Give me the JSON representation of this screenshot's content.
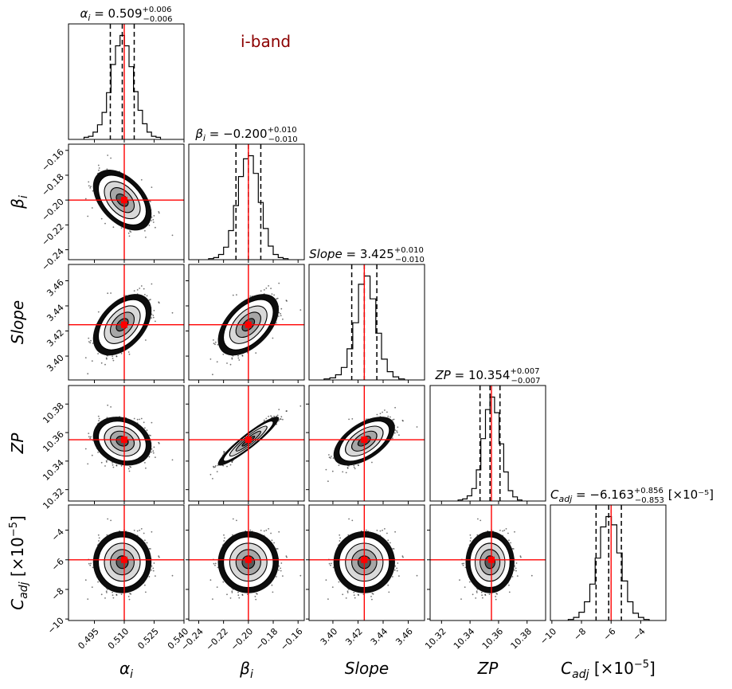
{
  "band_label": "i-band",
  "colors": {
    "truth": "#ff0000",
    "band_label": "#8b0000",
    "histogram": "#000000",
    "quantile": "#000000"
  },
  "chart_data": {
    "type": "corner",
    "parameters": [
      {
        "key": "alpha",
        "axis_label": "α_i",
        "title": "α_i = 0.509 +0.006 −0.006",
        "title_sym": "α",
        "title_sub": "i",
        "title_val": "= 0.509",
        "title_plus": "+0.006",
        "title_minus": "−0.006",
        "title_unit": "",
        "median": 0.509,
        "err_plus": 0.006,
        "err_minus": 0.006,
        "truth": 0.51,
        "range": [
          0.482,
          0.54
        ],
        "ticks": [
          0.495,
          0.51,
          0.525,
          0.54
        ],
        "tick_labels": [
          "0.495",
          "0.510",
          "0.525",
          "0.540"
        ],
        "hist_counts": [
          0.02,
          0.03,
          0.07,
          0.14,
          0.26,
          0.45,
          0.72,
          0.9,
          1.0,
          0.9,
          0.7,
          0.46,
          0.28,
          0.15,
          0.07,
          0.03,
          0.02
        ]
      },
      {
        "key": "beta",
        "axis_label": "β_i",
        "title": "β_i = −0.200 +0.010 −0.010",
        "title_sym": "β",
        "title_sub": "i",
        "title_val": "= −0.200",
        "title_plus": "+0.010",
        "title_minus": "−0.010",
        "title_unit": "",
        "median": -0.2,
        "err_plus": 0.01,
        "err_minus": 0.01,
        "truth": -0.2,
        "range": [
          -0.248,
          -0.155
        ],
        "ticks": [
          -0.24,
          -0.22,
          -0.2,
          -0.18,
          -0.16
        ],
        "tick_labels": [
          "−0.24",
          "−0.22",
          "−0.20",
          "−0.18",
          "−0.16"
        ],
        "hist_counts": [
          0.01,
          0.02,
          0.05,
          0.12,
          0.28,
          0.52,
          0.8,
          0.97,
          1.0,
          0.83,
          0.55,
          0.3,
          0.13,
          0.05,
          0.02,
          0.01
        ]
      },
      {
        "key": "slope",
        "axis_label": "Slope",
        "title": "Slope = 3.425 +0.010 −0.010",
        "title_sym": "Slope",
        "title_sub": "",
        "title_val": "= 3.425",
        "title_plus": "+0.010",
        "title_minus": "−0.010",
        "title_unit": "",
        "median": 3.425,
        "err_plus": 0.01,
        "err_minus": 0.01,
        "truth": 3.425,
        "range": [
          3.381,
          3.473
        ],
        "ticks": [
          3.4,
          3.42,
          3.44,
          3.46
        ],
        "tick_labels": [
          "3.40",
          "3.42",
          "3.44",
          "3.46"
        ],
        "hist_counts": [
          0.01,
          0.02,
          0.05,
          0.12,
          0.3,
          0.55,
          0.92,
          1.0,
          0.78,
          0.45,
          0.2,
          0.08,
          0.03,
          0.01
        ]
      },
      {
        "key": "zp",
        "axis_label": "ZP",
        "title": "ZP = 10.354 +0.007 −0.007",
        "title_sym": "ZP",
        "title_sub": "",
        "title_val": "= 10.354",
        "title_plus": "+0.007",
        "title_minus": "−0.007",
        "title_unit": "",
        "median": 10.354,
        "err_plus": 0.007,
        "err_minus": 0.007,
        "truth": 10.355,
        "range": [
          10.312,
          10.393
        ],
        "ticks": [
          10.32,
          10.34,
          10.36,
          10.38
        ],
        "tick_labels": [
          "10.32",
          "10.34",
          "10.36",
          "10.38"
        ],
        "hist_counts": [
          0.01,
          0.02,
          0.05,
          0.12,
          0.3,
          0.6,
          0.88,
          1.0,
          0.85,
          0.55,
          0.28,
          0.1,
          0.04,
          0.01
        ]
      },
      {
        "key": "cadj",
        "axis_label": "C_adj [×10⁻⁵]",
        "title": "C_adj = −6.163 +0.856 −0.853 [×10⁻⁵]",
        "title_sym": "C",
        "title_sub": "adj",
        "title_val": "= −6.163",
        "title_plus": "+0.856",
        "title_minus": "−0.853",
        "title_unit": "[×10⁻⁵]",
        "median": -6.163,
        "err_plus": 0.856,
        "err_minus": 0.853,
        "truth": -6.0,
        "range": [
          -10.1,
          -2.3
        ],
        "ticks": [
          -10,
          -8,
          -6,
          -4
        ],
        "tick_labels": [
          "−10",
          "−8",
          "−6",
          "−4"
        ],
        "hist_counts": [
          0.01,
          0.03,
          0.08,
          0.18,
          0.35,
          0.6,
          0.9,
          1.0,
          0.92,
          0.65,
          0.38,
          0.18,
          0.07,
          0.03,
          0.01
        ]
      }
    ],
    "pairs": [
      {
        "row": 1,
        "col": 0,
        "corr": -0.45
      },
      {
        "row": 2,
        "col": 0,
        "corr": 0.45
      },
      {
        "row": 2,
        "col": 1,
        "corr": 0.5
      },
      {
        "row": 3,
        "col": 0,
        "corr": -0.2
      },
      {
        "row": 3,
        "col": 1,
        "corr": 0.93
      },
      {
        "row": 3,
        "col": 2,
        "corr": 0.55
      },
      {
        "row": 4,
        "col": 0,
        "corr": 0.0
      },
      {
        "row": 4,
        "col": 1,
        "corr": 0.0
      },
      {
        "row": 4,
        "col": 2,
        "corr": 0.0
      },
      {
        "row": 4,
        "col": 3,
        "corr": 0.0
      }
    ]
  }
}
